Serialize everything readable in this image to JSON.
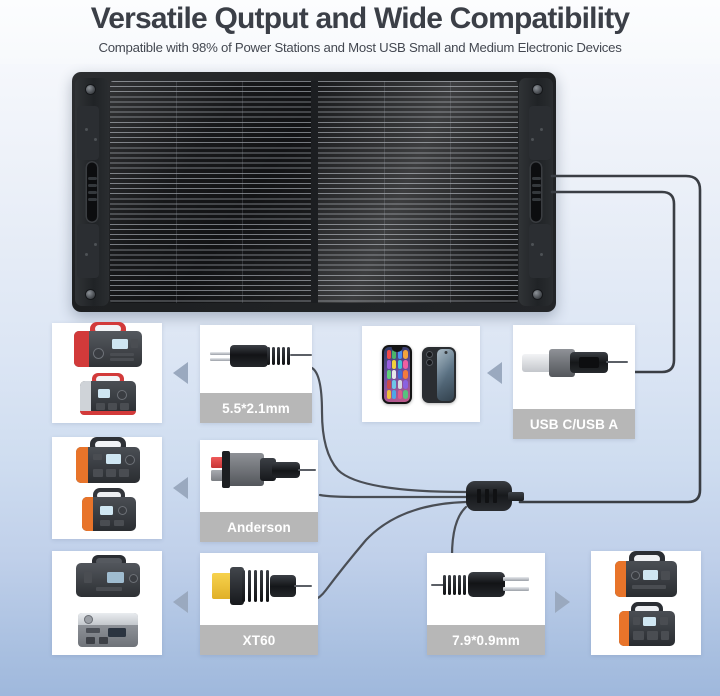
{
  "header": {
    "title": "Versatile Qutput and Wide Compatibility",
    "subtitle": "Compatible with 98% of Power Stations and Most USB Small and Medium Electronic Devices"
  },
  "colors": {
    "background_top": "#fbfcfe",
    "background_bottom": "#9fb8dc",
    "label_bar": "#b7b7b7",
    "label_text": "#ffffff",
    "arrow": "#9aa9bf",
    "title_text": "#3b3f47",
    "panel_body": "#1d1f21",
    "accent_red": "#d23a3a",
    "accent_orange": "#e8742a",
    "accent_yellow": "#f7d24d"
  },
  "product": {
    "name": "portable-folding-solar-panel",
    "icon": "solar-panel-icon",
    "panel_sections": 2
  },
  "connectors": [
    {
      "id": "dc-5521",
      "label": "5.5*2.1mm",
      "icon": "dc-barrel-plug-icon"
    },
    {
      "id": "usb-c-usb-a",
      "label": "USB C/USB A",
      "icon": "usb-connector-icon"
    },
    {
      "id": "anderson",
      "label": "Anderson",
      "icon": "anderson-powerpole-icon"
    },
    {
      "id": "xt60",
      "label": "XT60",
      "icon": "xt60-plug-icon"
    },
    {
      "id": "dc-7909",
      "label": "7.9*0.9mm",
      "icon": "dc-barrel-plug-icon"
    }
  ],
  "device_groups": [
    {
      "id": "power-stations-red",
      "icon": "power-station-icon",
      "arrow": "arrow-left-icon",
      "devices": [
        {
          "name": "power-station-red-horizontal",
          "primary": "#d23a3a",
          "secondary": "#3a3d42"
        },
        {
          "name": "power-station-red-compact",
          "primary": "#d23a3a",
          "secondary": "#2e3136"
        }
      ]
    },
    {
      "id": "power-stations-orange",
      "icon": "power-station-icon",
      "arrow": "arrow-left-icon",
      "devices": [
        {
          "name": "power-station-orange-horizontal",
          "primary": "#e8742a",
          "secondary": "#2e3136"
        },
        {
          "name": "power-station-orange-compact",
          "primary": "#e8742a",
          "secondary": "#33363b"
        }
      ]
    },
    {
      "id": "power-stations-gray",
      "icon": "power-station-icon",
      "arrow": "arrow-left-icon",
      "devices": [
        {
          "name": "power-station-dark-gray",
          "primary": "#3a3d42",
          "secondary": "#23262a"
        },
        {
          "name": "power-station-silver",
          "primary": "#dfe2e6",
          "secondary": "#7f838a"
        }
      ]
    },
    {
      "id": "smartphones",
      "icon": "smartphone-icon",
      "arrow": "arrow-left-icon",
      "devices": [
        {
          "name": "phone-iphone-x",
          "primary": "#141414",
          "secondary": "#ffffff"
        },
        {
          "name": "phone-galaxy-s21",
          "primary": "#2a2d31",
          "secondary": "#7a8a96"
        }
      ]
    },
    {
      "id": "power-stations-right",
      "icon": "power-station-icon",
      "arrow": "arrow-right-icon",
      "devices": [
        {
          "name": "power-station-orange-dark-a",
          "primary": "#e8742a",
          "secondary": "#2b2e33"
        },
        {
          "name": "power-station-orange-dark-b",
          "primary": "#e8742a",
          "secondary": "#2b2e33"
        }
      ]
    }
  ]
}
